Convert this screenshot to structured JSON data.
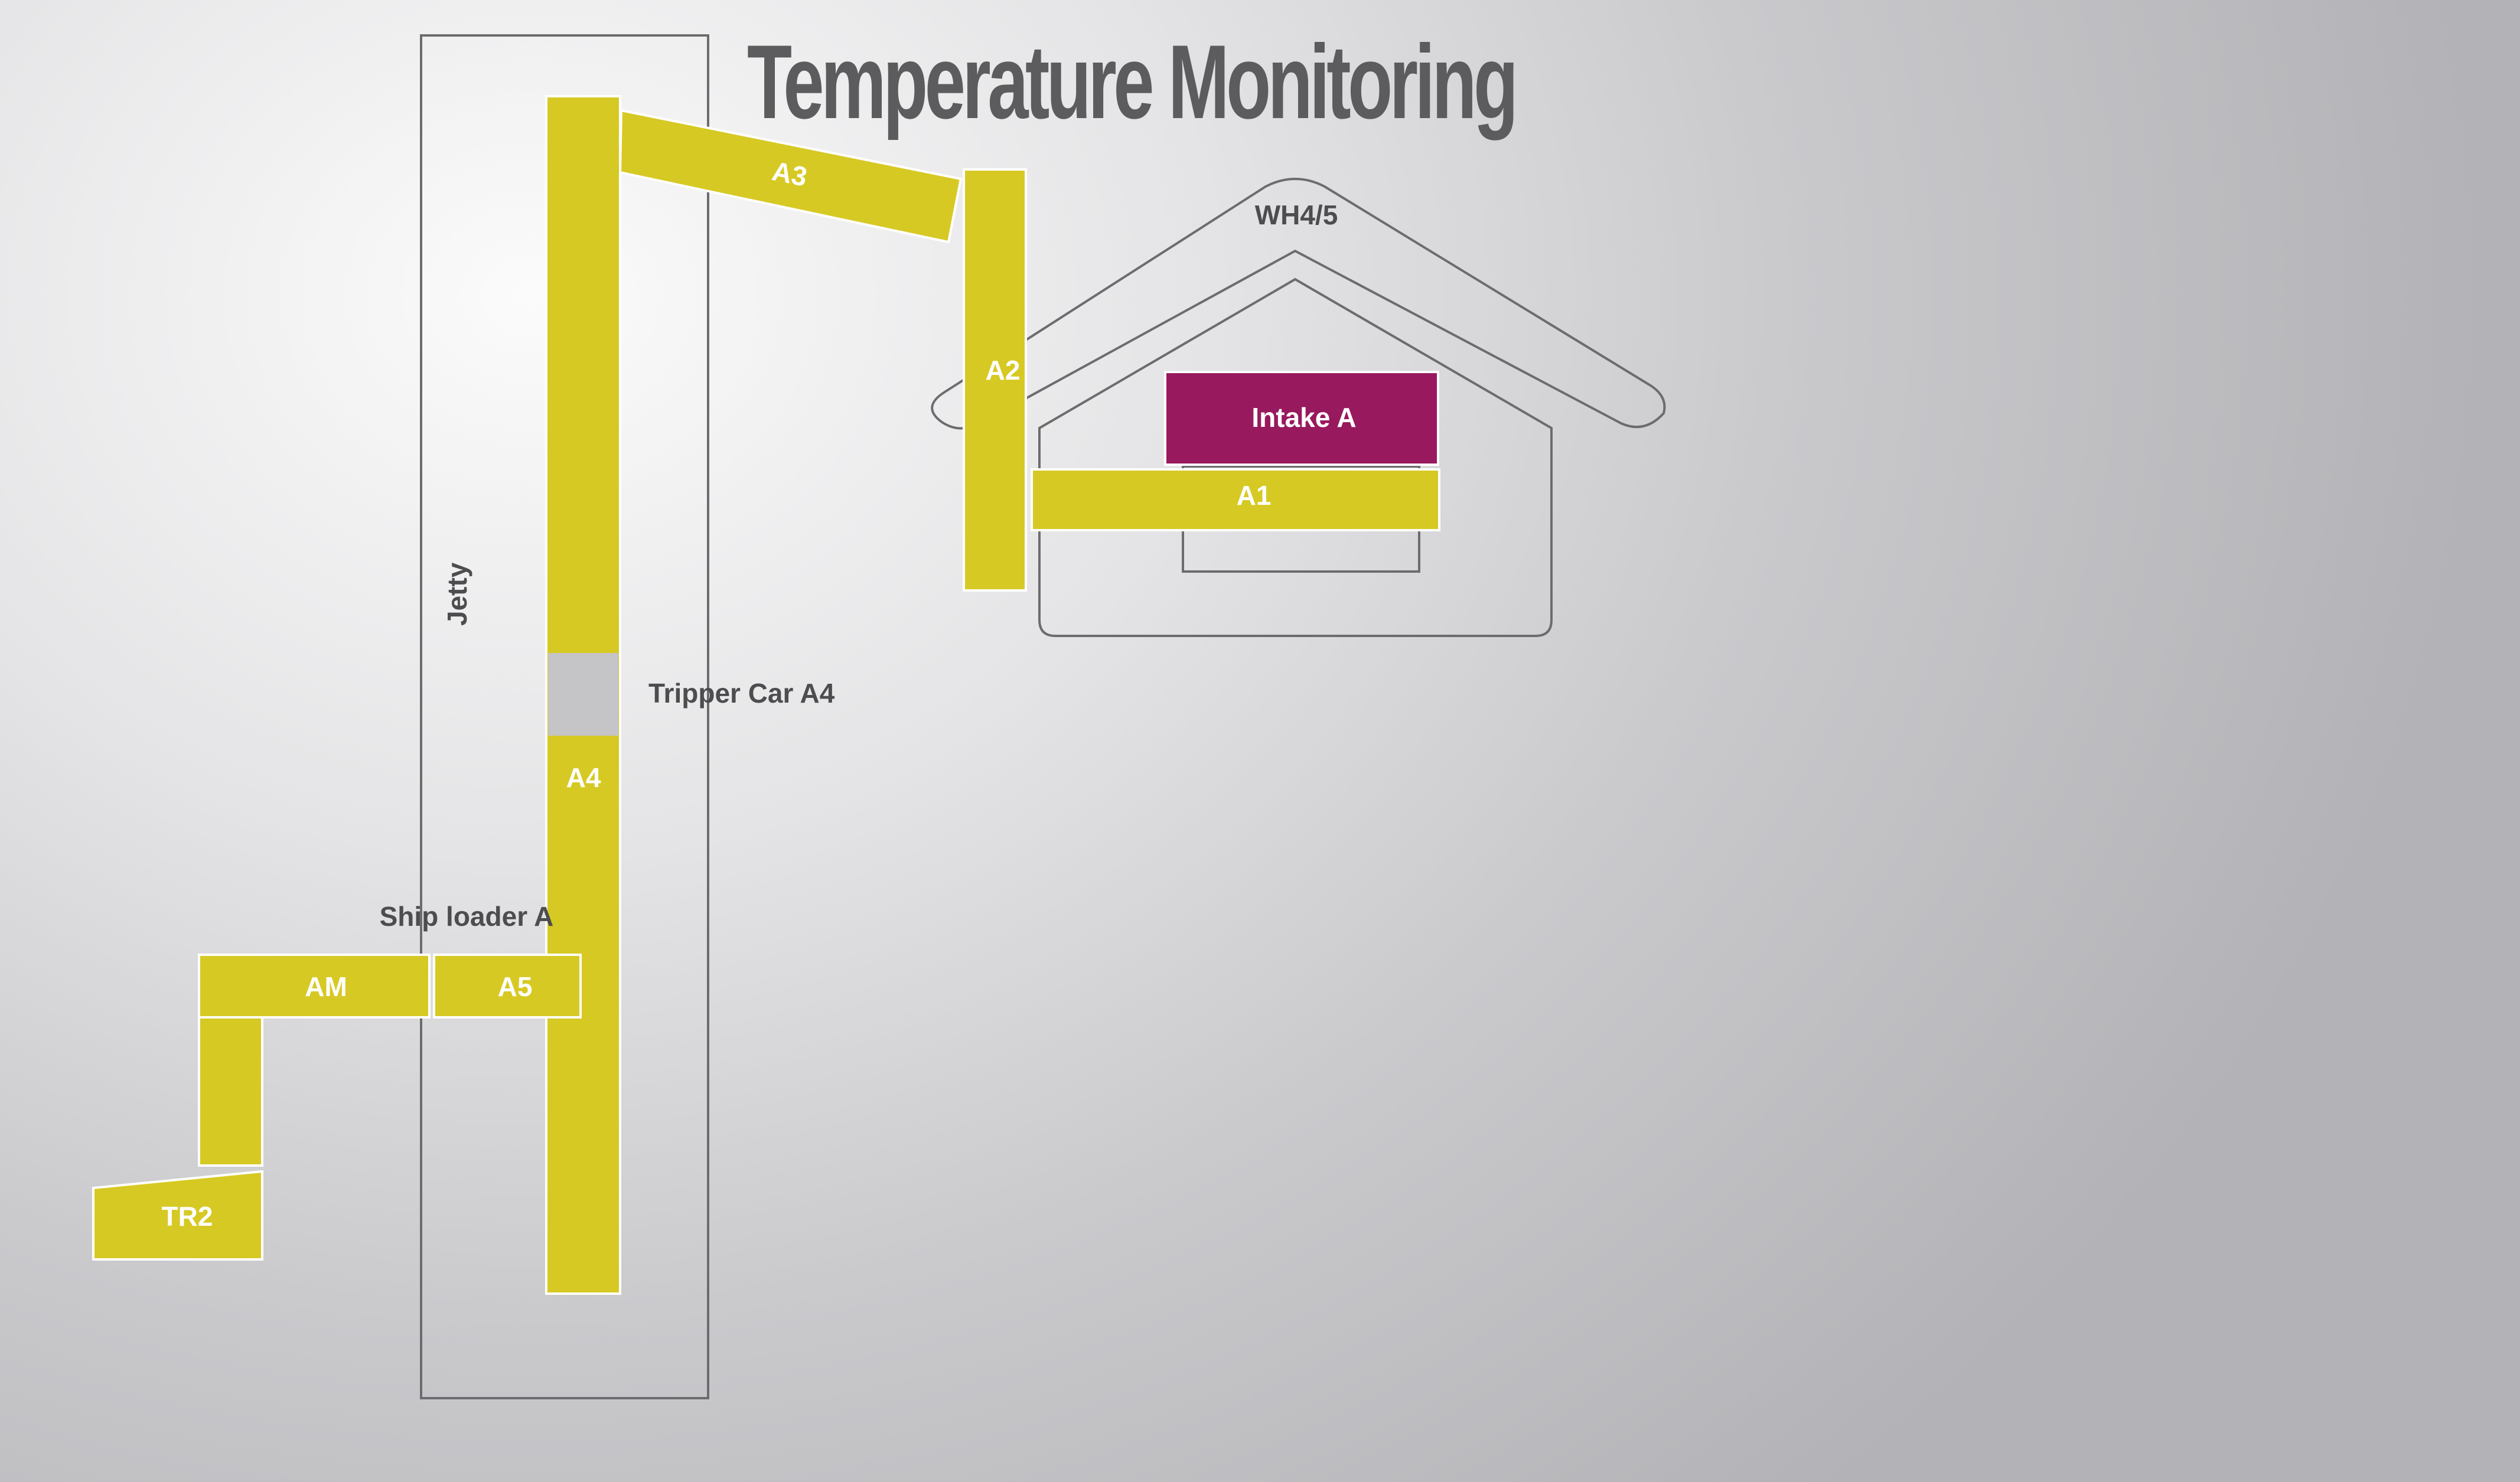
{
  "title": "Temperature Monitoring",
  "colors": {
    "conveyor": "#d7c924",
    "intake": "#98195d",
    "tripper_car": "#c5c4c6",
    "outline": "#6c6c6e",
    "title": "#5c5c5e"
  },
  "structures": {
    "jetty": "Jetty",
    "warehouse": "WH4/5"
  },
  "conveyors": {
    "a1": "A1",
    "a2": "A2",
    "a3": "A3",
    "a4": "A4",
    "a5": "A5",
    "am": "AM",
    "tr2": "TR2"
  },
  "intake": "Intake A",
  "tripper_car": "Tripper Car A4",
  "ship_loader": "Ship loader A"
}
